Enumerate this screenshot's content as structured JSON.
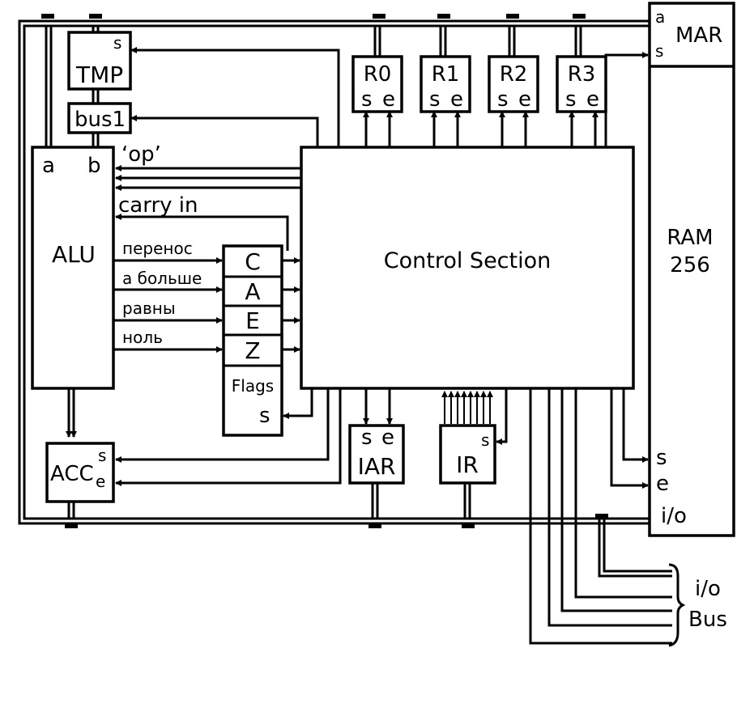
{
  "blocks": {
    "tmp": {
      "name": "TMP",
      "set": "s"
    },
    "bus1": {
      "name": "bus1"
    },
    "alu": {
      "name": "ALU",
      "in_a": "a",
      "in_b": "b"
    },
    "acc": {
      "name": "ACC",
      "set": "s",
      "enable": "e"
    },
    "flags": {
      "name": "Flags",
      "set": "s",
      "bits": [
        "C",
        "A",
        "E",
        "Z"
      ]
    },
    "control": {
      "name": "Control Section"
    },
    "iar": {
      "name": "IAR",
      "set": "s",
      "enable": "e"
    },
    "ir": {
      "name": "IR",
      "set": "s"
    },
    "mar": {
      "name": "MAR",
      "addr": "a",
      "set": "s"
    },
    "ram": {
      "name": "RAM",
      "size": "256",
      "set": "s",
      "enable": "e",
      "io": "i/o"
    },
    "registers": [
      {
        "name": "R0",
        "set": "s",
        "enable": "e"
      },
      {
        "name": "R1",
        "set": "s",
        "enable": "e"
      },
      {
        "name": "R2",
        "set": "s",
        "enable": "e"
      },
      {
        "name": "R3",
        "set": "s",
        "enable": "e"
      }
    ]
  },
  "signals": {
    "op": "‘op’",
    "carry_in": "carry in",
    "alu_outputs": [
      "перенос",
      "а больше",
      "равны",
      "ноль"
    ]
  },
  "io_bus": {
    "line1": "i/o",
    "line2": "Bus"
  }
}
